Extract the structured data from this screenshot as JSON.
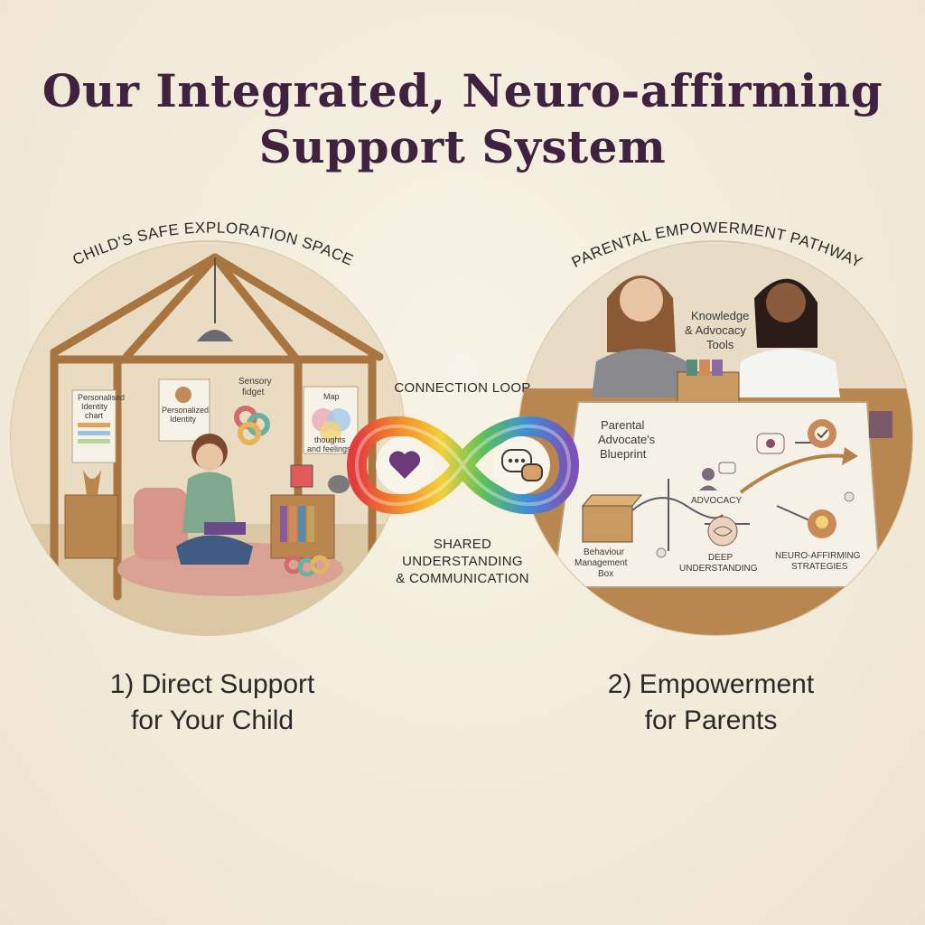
{
  "title": {
    "line1": "Our Integrated, Neuro-affirming",
    "line2": "Support System"
  },
  "left": {
    "arc_label": "CHILD'S SAFE EXPLORATION SPACE",
    "chart_label_1": "Personalised",
    "chart_label_2": "Identity",
    "chart_label_3": "chart",
    "identity_label_1": "Personalized",
    "identity_label_2": "Identity",
    "fidget_label_1": "Sensory",
    "fidget_label_2": "fidget",
    "map_label_1": "Map",
    "map_label_2": "thoughts",
    "map_label_3": "and feelings",
    "caption_line1": "1) Direct Support",
    "caption_line2": "for Your Child"
  },
  "right": {
    "arc_label": "PARENTAL EMPOWERMENT PATHWAY",
    "tools_label_1": "Knowledge",
    "tools_label_2": "& Advocacy",
    "tools_label_3": "Tools",
    "blueprint_1": "Parental",
    "blueprint_2": "Advocate's",
    "blueprint_3": "Blueprint",
    "box_label_1": "Behaviour",
    "box_label_2": "Management",
    "box_label_3": "Box",
    "advocacy": "ADVOCACY",
    "deep_1": "DEEP",
    "deep_2": "UNDERSTANDING",
    "strat_1": "NEURO-AFFIRMING",
    "strat_2": "STRATEGIES",
    "caption_line1": "2) Empowerment",
    "caption_line2": "for Parents"
  },
  "center": {
    "loop_title": "CONNECTION LOOP",
    "loop_sub_1": "SHARED",
    "loop_sub_2": "UNDERSTANDING",
    "loop_sub_3": "& COMMUNICATION"
  },
  "colors": {
    "title": "#3f2140",
    "heart": "#6a3a7a",
    "wood": "#a8743f"
  }
}
